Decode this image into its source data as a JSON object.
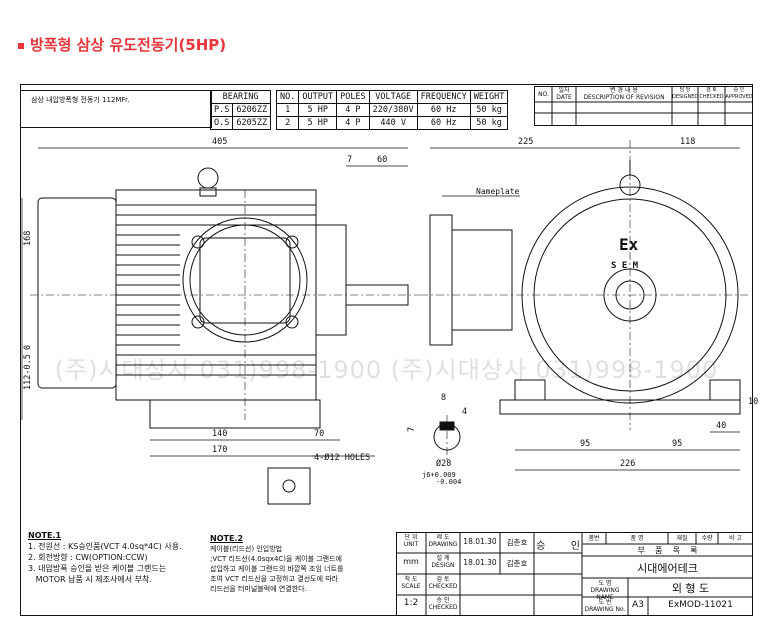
{
  "page_title": "방폭형 삼상 유도전동기(5HP)",
  "motor_name": "삼상 내압방폭형 전동기 112MFr.",
  "bearing": {
    "header": "BEARING",
    "rows": [
      {
        "side": "P.S",
        "part": "6206ZZ"
      },
      {
        "side": "O.S",
        "part": "6205ZZ"
      }
    ]
  },
  "spec_table": {
    "headers": [
      "NO.",
      "OUTPUT",
      "POLES",
      "VOLTAGE",
      "FREQUENCY",
      "WEIGHT"
    ],
    "rows": [
      [
        "1",
        "5  HP",
        "4  P",
        "220/380V",
        "60  Hz",
        "50 kg"
      ],
      [
        "2",
        "5  HP",
        "4  P",
        "440   V",
        "60  Hz",
        "50 kg"
      ]
    ]
  },
  "revision_table": {
    "no": "NO.",
    "date_kr": "일자",
    "date": "DATE",
    "desc_kr": "변 경 내 용",
    "desc": "DESCRIPTION OF REVISION",
    "designed_kr": "담 당",
    "designed": "DESIGNED",
    "checked_kr": "검 토",
    "checked": "CHECKED",
    "approved_kr": "승 인",
    "approved": "APPROVED"
  },
  "dimensions": {
    "overall": "405",
    "d7": "7",
    "d60": "60",
    "d225": "225",
    "d118": "118",
    "d168": "168",
    "d112": "112-0.5",
    "d0": "0",
    "d140": "140",
    "d70": "70",
    "d170": "170",
    "holes": "4-Ø12  HOLES",
    "d8": "8",
    "d4": "4",
    "d7b": "7",
    "d28": "Ø28",
    "j6a": "j6+0.009",
    "j6b": "-0.004",
    "d95a": "95",
    "d95b": "95",
    "d226": "226",
    "d40": "40",
    "d10": "10"
  },
  "nameplate_label": "Nameplate",
  "ex_logo": "Ex",
  "sem_logo": "S E M",
  "watermark": "(주)시대상사 031)998-1900  (주)시대상사 031)998-1900",
  "note1": {
    "title": "NOTE.1",
    "lines": [
      "1. 전원선 : KS승인품(VCT 4.0sq*4C) 사용.",
      "2. 회전방향 : CW(OPTION:CCW)",
      "3. 내압방폭 승인을 받은 케이블 그랜드는",
      "   MOTOR 납품 시 제조사에서 부착."
    ]
  },
  "note2": {
    "title": "NOTE.2",
    "lines": [
      "케이블(리드선) 인입방법",
      ";VCT 리드선(4.0sqx4C)을 케이블 그랜드에",
      "삽입하고 케이블 그랜드의 바깥쪽 조임 너트를",
      "조여 VCT 리드선을 고정하고 결선도에 따라",
      "리드선을 터미널블럭에 연결한다."
    ]
  },
  "title_block": {
    "unit_kr": "단 위",
    "unit": "UNIT",
    "unit_val": "mm",
    "drawing_kr": "제 도",
    "drawing": "DRAWING",
    "drawing_date": "18.01.30",
    "drawing_name": "김춘호",
    "design_kr": "설 계",
    "design": "DESIGN",
    "design_date": "18.01.30",
    "design_name": "김춘호",
    "scale_kr": "척 도",
    "scale": "SCALE",
    "scale_val": "1:2",
    "checked_kr": "검 토",
    "checked": "CHECKED",
    "checked2_kr": "승 인",
    "checked2": "CHECKED",
    "approval": "승        인",
    "parts_header": [
      "품번",
      "품    명",
      "재질",
      "수량",
      "비 고"
    ],
    "parts_list": "부    품    목    록",
    "company": "시대에어테크",
    "drawing_name_kr": "도 명",
    "drawing_name_en": "DRAWING NAME",
    "drawing_title": "외 형 도",
    "drawing_no_kr": "도 번",
    "drawing_no_en": "DRAWING No.",
    "paper": "A3",
    "drawing_no": "ExMOD-11021"
  }
}
